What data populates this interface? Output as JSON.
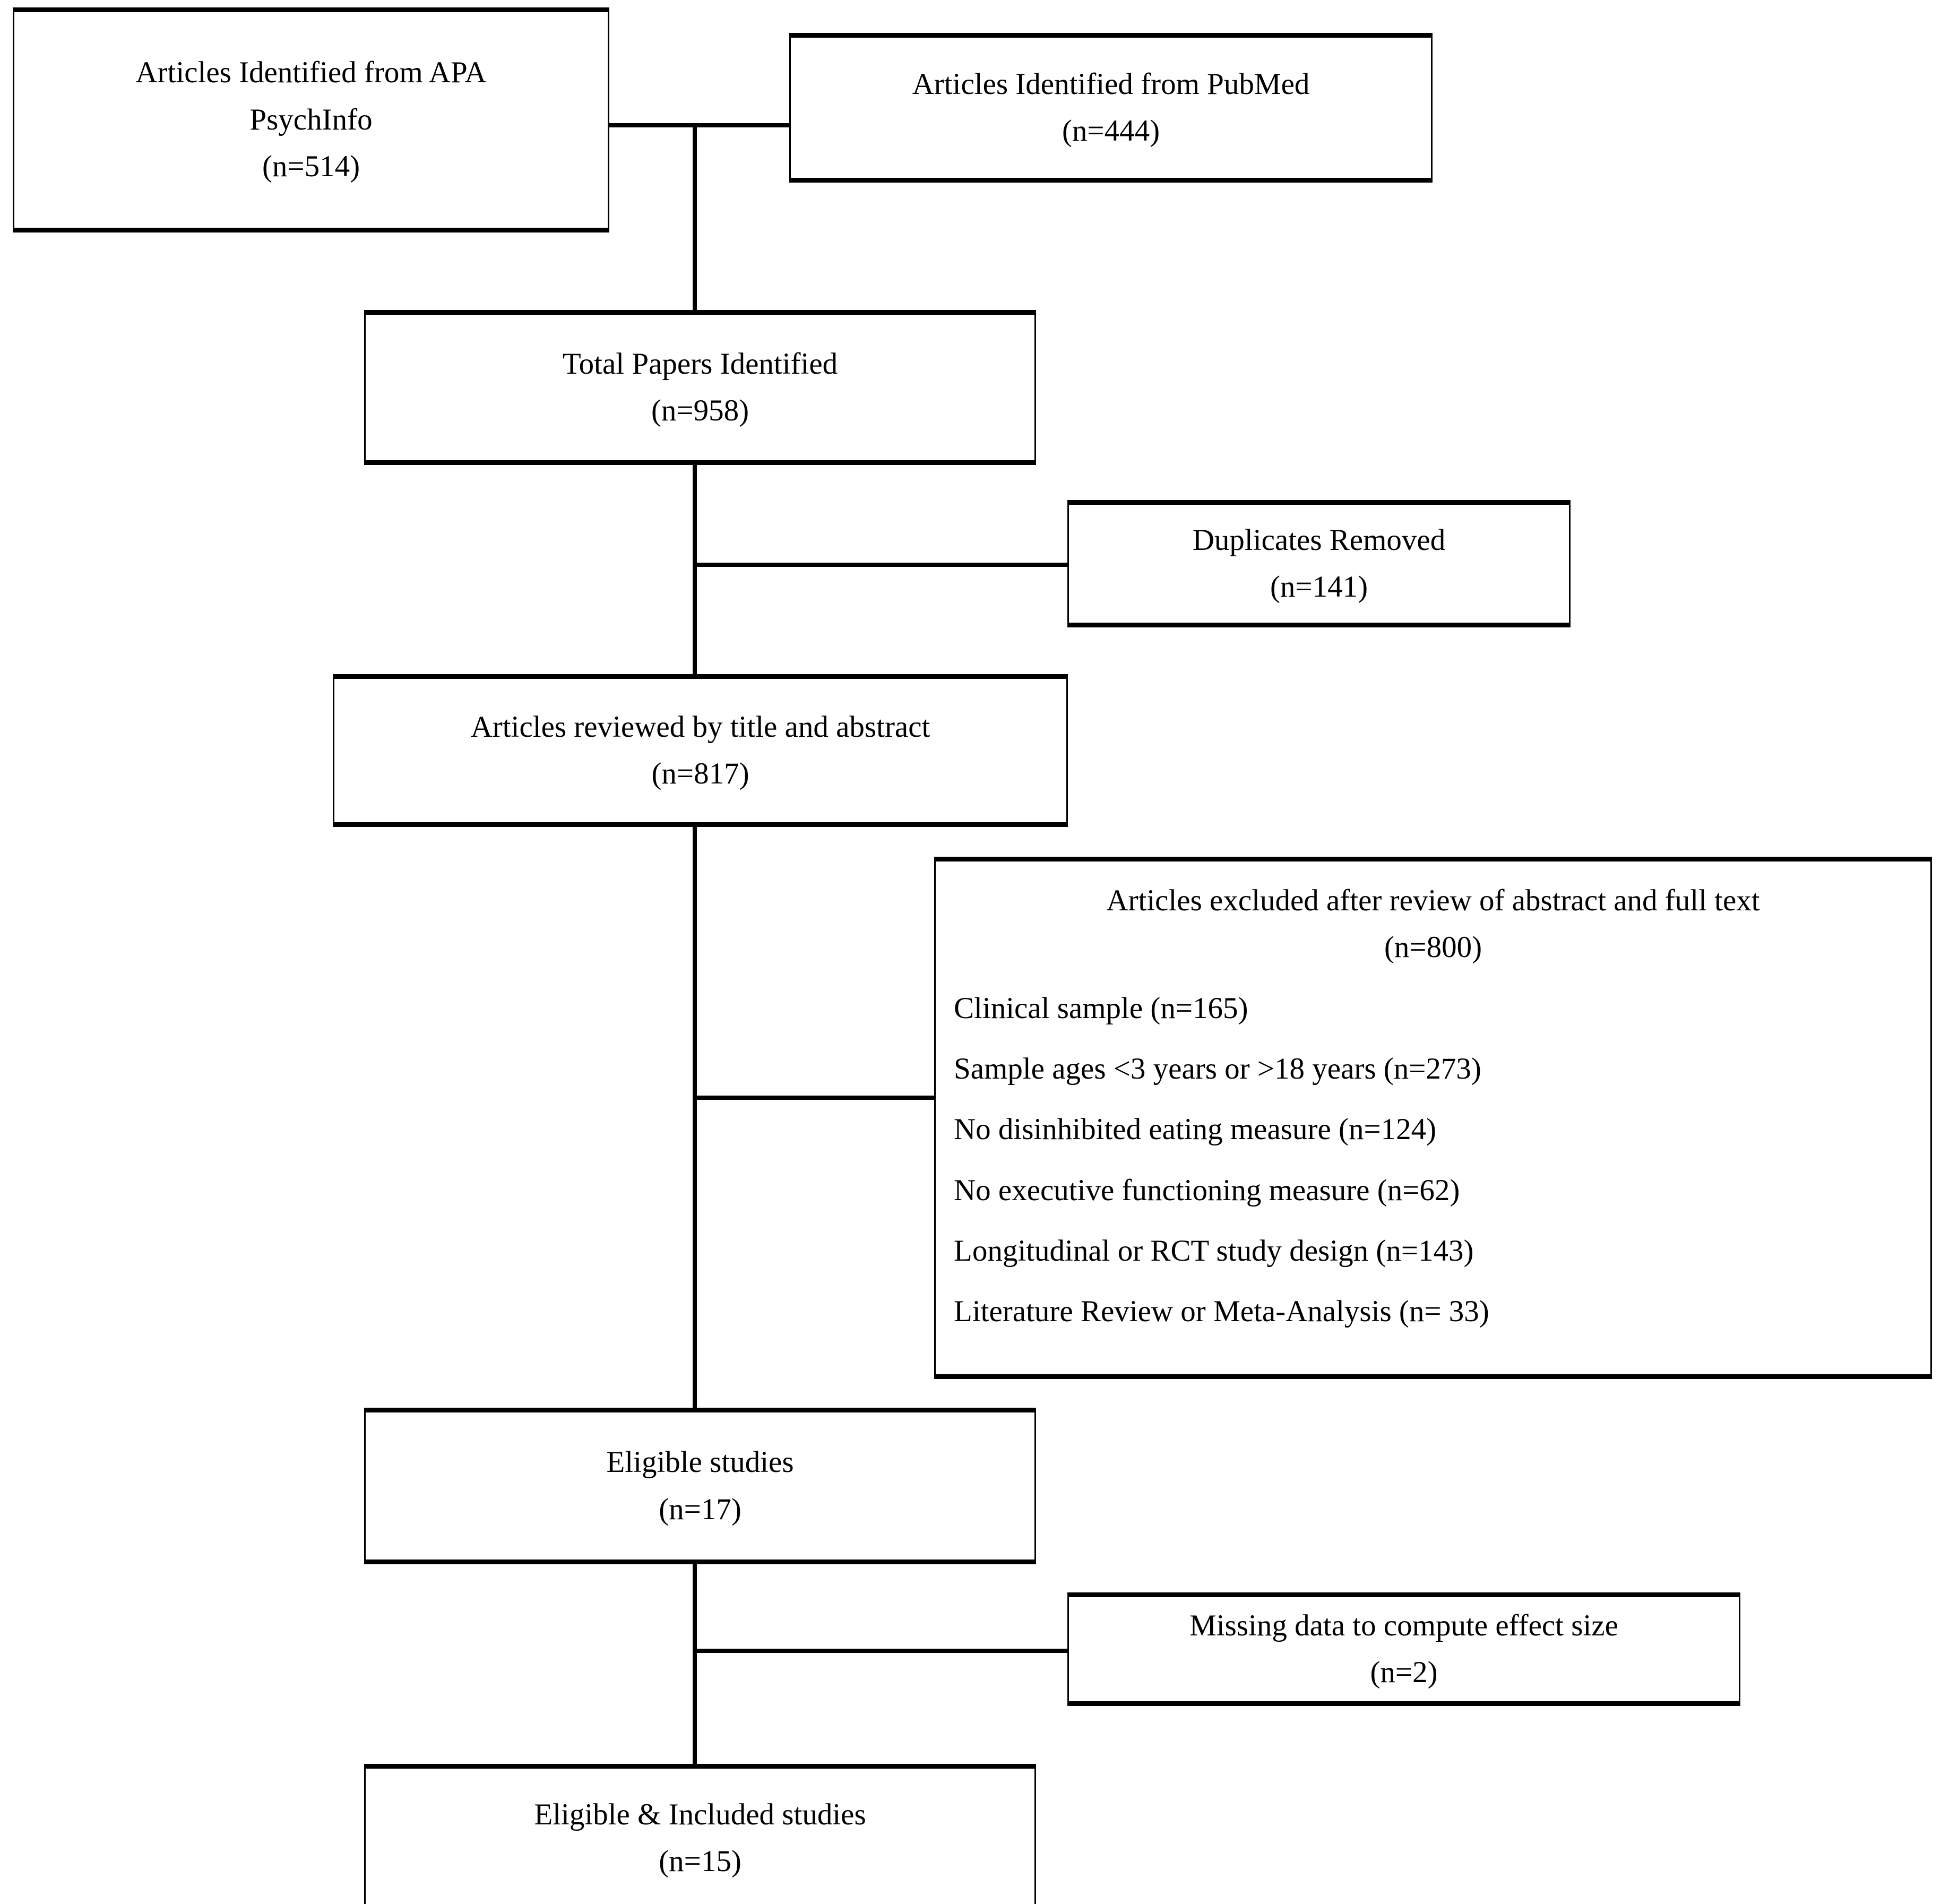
{
  "diagram": {
    "title": "PRISMA study selection flow diagram",
    "line_color": "#000000",
    "background": "#ffffff",
    "text_color": "#000000"
  },
  "nodes": {
    "apa": {
      "label_line1": "Articles Identified from APA",
      "label_line2": "PsychInfo",
      "count": "(n=514)"
    },
    "pubmed": {
      "label_line1": "Articles Identified from PubMed",
      "count": "(n=444)"
    },
    "total": {
      "label_line1": "Total Papers Identified",
      "count": "(n=958)"
    },
    "duplicates": {
      "label_line1": "Duplicates Removed",
      "count": "(n=141)"
    },
    "reviewed": {
      "label_line1": "Articles reviewed by title and abstract",
      "count": "(n=817)"
    },
    "excluded": {
      "label_line1": "Articles excluded after review of abstract and full text",
      "count": "(n=800)",
      "reasons": [
        "Clinical sample (n=165)",
        "Sample ages <3 years or >18 years (n=273)",
        "No disinhibited eating measure (n=124)",
        "No executive functioning measure (n=62)",
        "Longitudinal or RCT study design (n=143)",
        "Literature Review or Meta-Analysis (n= 33)"
      ]
    },
    "eligible": {
      "label_line1": "Eligible studies",
      "count": "(n=17)"
    },
    "missing": {
      "label_line1": "Missing data to compute effect size",
      "count": "(n=2)"
    },
    "included": {
      "label_line1": "Eligible & Included studies",
      "count": "(n=15)"
    }
  },
  "chart_data": {
    "type": "diagram",
    "title": "PRISMA study selection flow diagram",
    "stages": [
      {
        "id": "apa",
        "label": "Articles Identified from APA PsychInfo",
        "n": 514
      },
      {
        "id": "pubmed",
        "label": "Articles Identified from PubMed",
        "n": 444
      },
      {
        "id": "total",
        "label": "Total Papers Identified",
        "n": 958
      },
      {
        "id": "duplicates",
        "label": "Duplicates Removed",
        "n": 141
      },
      {
        "id": "reviewed",
        "label": "Articles reviewed by title and abstract",
        "n": 817
      },
      {
        "id": "excluded",
        "label": "Articles excluded after review of abstract and full text",
        "n": 800
      },
      {
        "id": "eligible",
        "label": "Eligible studies",
        "n": 17
      },
      {
        "id": "missing",
        "label": "Missing data to compute effect size",
        "n": 2
      },
      {
        "id": "included",
        "label": "Eligible & Included studies",
        "n": 15
      }
    ],
    "exclusion_breakdown": [
      {
        "reason": "Clinical sample",
        "n": 165
      },
      {
        "reason": "Sample ages <3 years or >18 years",
        "n": 273
      },
      {
        "reason": "No disinhibited eating measure",
        "n": 124
      },
      {
        "reason": "No executive functioning measure",
        "n": 62
      },
      {
        "reason": "Longitudinal or RCT study design",
        "n": 143
      },
      {
        "reason": "Literature Review or Meta-Analysis",
        "n": 33
      }
    ],
    "edges": [
      {
        "from": "apa",
        "to": "total"
      },
      {
        "from": "pubmed",
        "to": "total"
      },
      {
        "from": "total",
        "to": "duplicates"
      },
      {
        "from": "total",
        "to": "reviewed"
      },
      {
        "from": "reviewed",
        "to": "excluded"
      },
      {
        "from": "reviewed",
        "to": "eligible"
      },
      {
        "from": "eligible",
        "to": "missing"
      },
      {
        "from": "eligible",
        "to": "included"
      }
    ]
  }
}
